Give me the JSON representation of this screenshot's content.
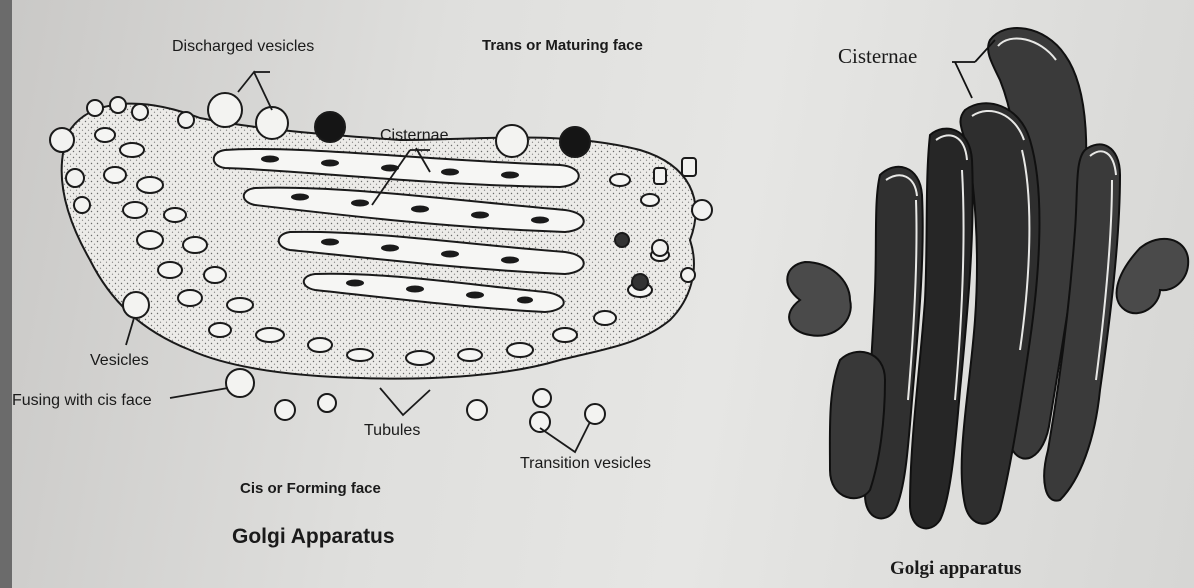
{
  "left_diagram": {
    "labels": {
      "discharged_vesicles": "Discharged vesicles",
      "trans_face": "Trans or Maturing face",
      "cisternae": "Cisternae",
      "vesicles": "Vesicles",
      "fusing": "Fusing with cis face",
      "tubules": "Tubules",
      "transition_vesicles": "Transition vesicles",
      "cis_face": "Cis or Forming face",
      "title": "Golgi Apparatus"
    }
  },
  "right_diagram": {
    "labels": {
      "cisternae": "Cisternae",
      "title": "Golgi apparatus"
    }
  }
}
